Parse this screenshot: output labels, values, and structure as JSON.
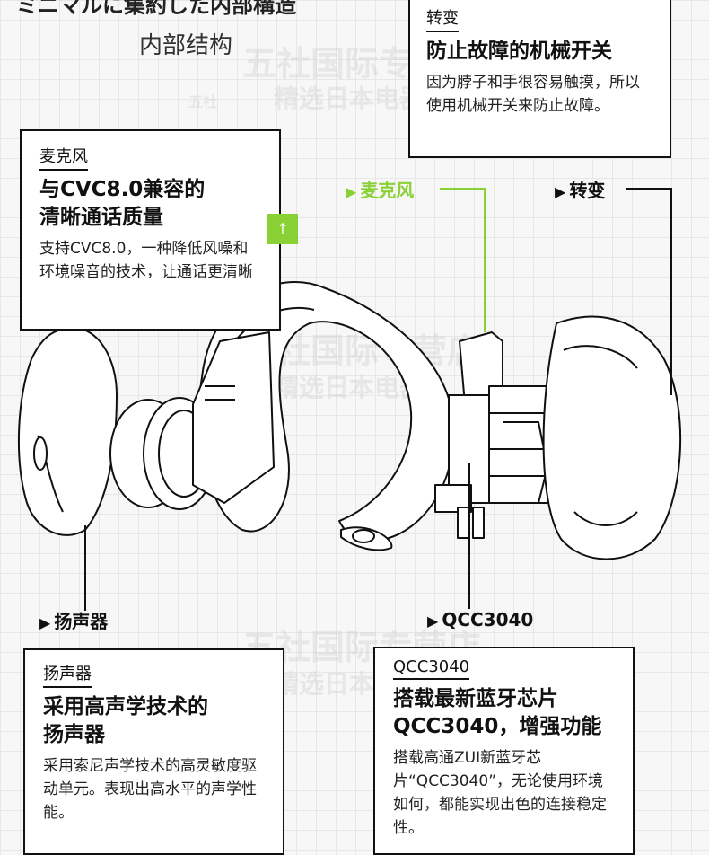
{
  "header": {
    "japanese_title": "ミニマルに集約した内部構造",
    "title": "内部结构"
  },
  "watermark": {
    "name": "五社国际专营店",
    "slogan": "精选日本电器",
    "logo_text": "五社"
  },
  "cards": {
    "switch": {
      "tag": "转变",
      "title": "防止故障的机械开关",
      "desc": "因为脖子和手很容易触摸，所以使用机械开关来防止故障。"
    },
    "mic": {
      "tag": "麦克风",
      "title_line1": "与CVC8.0兼容的",
      "title_line2": "清晰通话质量",
      "desc": "支持CVC8.0，一种降低风噪和环境噪音的技术，让通话更清晰"
    },
    "speaker": {
      "tag": "扬声器",
      "title_line1": "采用高声学技术的",
      "title_line2": "扬声器",
      "desc": "采用索尼声学技术的高灵敏度驱动单元。表现出高水平的声学性能。"
    },
    "qcc": {
      "tag": "QCC3040",
      "title_line1": "搭载最新蓝牙芯片",
      "title_line2": "QCC3040，增强功能",
      "desc": "搭载高通ZUI新蓝牙芯片“QCC3040”，无论使用环境如何，都能实现出色的连接稳定性。"
    }
  },
  "callouts": {
    "mic": "麦克风",
    "switch": "转变",
    "speaker": "扬声器",
    "qcc": "QCC3040"
  },
  "badge": "↑",
  "colors": {
    "accent": "#8ad135",
    "line": "#111111"
  }
}
